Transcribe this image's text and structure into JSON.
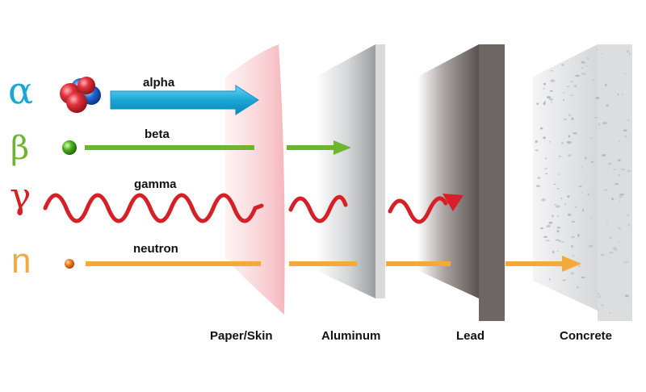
{
  "colors": {
    "alpha": "#1aa7d6",
    "beta": "#6db52e",
    "gamma": "#d62027",
    "neutron": "#f4a93b",
    "paper": "#f5bcc2",
    "aluminum": "#a9aaad",
    "lead": "#6b6361",
    "concrete": "#d9dadb"
  },
  "radiation": [
    {
      "id": "alpha",
      "symbol": "α",
      "label": "alpha"
    },
    {
      "id": "beta",
      "symbol": "β",
      "label": "beta"
    },
    {
      "id": "gamma",
      "symbol": "γ",
      "label": "gamma"
    },
    {
      "id": "neutron",
      "symbol": "n",
      "label": "neutron"
    }
  ],
  "barriers": [
    {
      "id": "paper",
      "label": "Paper/Skin"
    },
    {
      "id": "aluminum",
      "label": "Aluminum"
    },
    {
      "id": "lead",
      "label": "Lead"
    },
    {
      "id": "concrete",
      "label": "Concrete"
    }
  ]
}
